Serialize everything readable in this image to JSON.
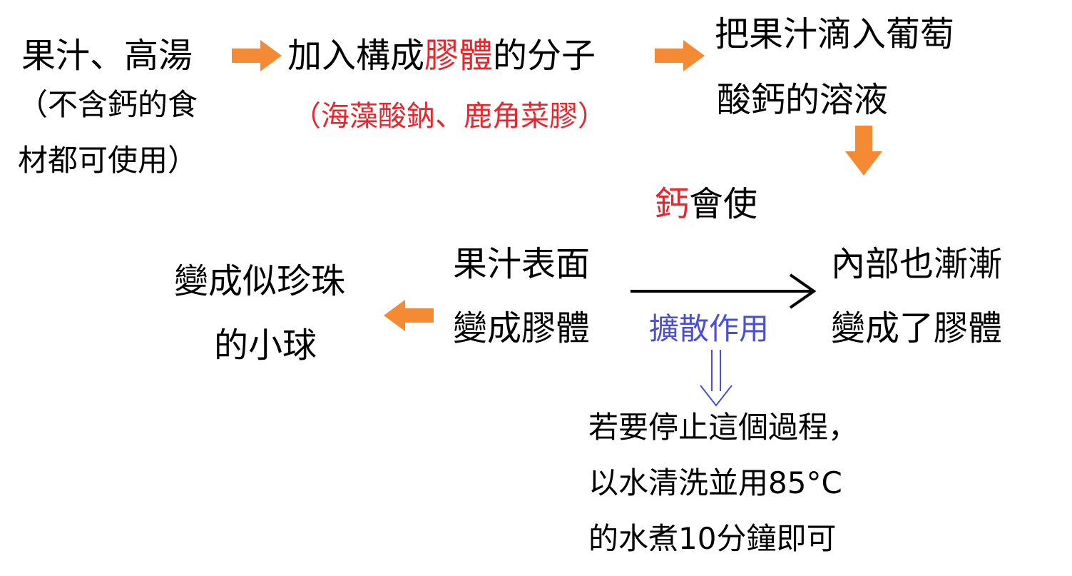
{
  "colors": {
    "arrow_orange": "#f58a34",
    "highlight_red": "#e8262d",
    "diffusion_blue": "#4a4fd6",
    "text": "#000000"
  },
  "steps": {
    "juice": {
      "line1": "果汁、高湯",
      "line2": "（不含鈣的食",
      "line3": "材都可使用）"
    },
    "add_gel": {
      "prefix": "加入構成",
      "highlight": "膠體",
      "suffix": "的分子",
      "examples": "（海藻酸鈉、鹿角菜膠）"
    },
    "drop": {
      "line1": "把果汁滴入葡萄",
      "line2": "酸鈣的溶液"
    },
    "calcium": {
      "highlight": "鈣",
      "suffix": "會使"
    },
    "surface": {
      "line1": "果汁表面",
      "line2": "變成膠體"
    },
    "inside": {
      "line1": "內部也漸漸",
      "line2": "變成了膠體"
    },
    "pearl": {
      "line1": "變成似珍珠",
      "line2": "的小球"
    },
    "diffusion_label": "擴散作用",
    "stop_note": {
      "line1": "若要停止這個過程，",
      "line2": "以水清洗並用85°C",
      "line3": "的水煮10分鐘即可"
    }
  }
}
